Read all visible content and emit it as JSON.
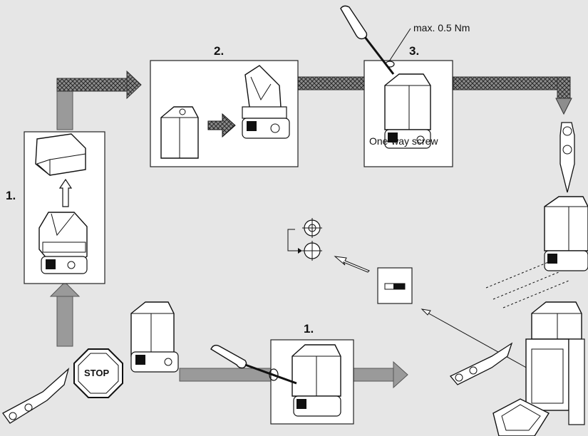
{
  "labels": {
    "step_left": "1.",
    "step_top": "2.",
    "step_right": "3.",
    "step_bottom": "1.",
    "torque": "max. 0.5 Nm",
    "one_way": "One-way screw",
    "stop": "STOP"
  },
  "colors": {
    "background": "#e6e6e6",
    "frame_fill": "#ffffff",
    "frame_stroke": "#222222",
    "arrow_gray": "#9a9a9a",
    "line": "#111111"
  },
  "icons": [
    "screwdriver-icon",
    "stop-sign-icon",
    "crosshair-icon",
    "actuator-key-icon",
    "safety-switch-icon"
  ]
}
